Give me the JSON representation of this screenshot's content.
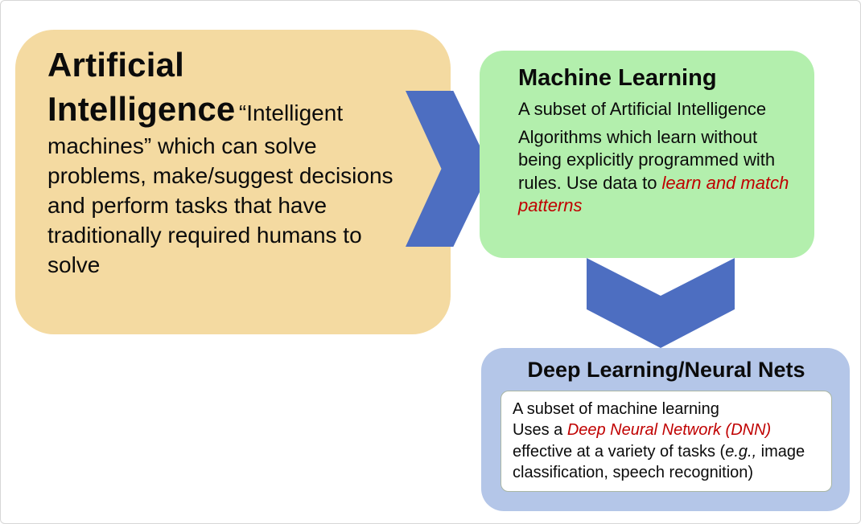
{
  "colors": {
    "ai_box_fill": "#F4DAA1",
    "ml_box_fill": "#B3EFAD",
    "dl_box_fill": "#B4C6E8",
    "arrow_fill": "#4D6EC1",
    "highlight_text": "#C00000"
  },
  "ai_box": {
    "title_word1": "Artificial",
    "title_word2": "Intelligence",
    "body": "“Intelligent machines” which can solve problems, make/suggest decisions and perform tasks that have traditionally required humans to solve"
  },
  "ml_box": {
    "title": "Machine Learning",
    "subtitle": "A subset of Artificial Intelligence",
    "body_plain": "Algorithms which learn without being explicitly programmed with rules. Use data to ",
    "body_highlight": "learn and match patterns"
  },
  "dl_box": {
    "title": "Deep Learning/Neural Nets",
    "line1": "A subset of machine learning",
    "line2_plain": "Uses a ",
    "line2_highlight": "Deep Neural Network (DNN)",
    "line3_pre": "effective at a variety of tasks (",
    "line3_italic": "e.g.,",
    "line3_post": " image classification, speech recognition)"
  }
}
